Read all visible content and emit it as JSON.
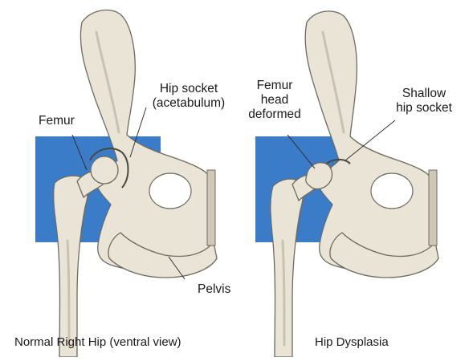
{
  "colors": {
    "background_block": "#3a7cc7",
    "bone_fill": "#e9e4d6",
    "bone_stroke": "#6e6a60",
    "bone_shadow": "#c9c2b0",
    "text": "#1a1a1a"
  },
  "normal": {
    "femur_label": "Femur",
    "socket_label_line1": "Hip socket",
    "socket_label_line2": "(acetabulum)",
    "pelvis_label": "Pelvis",
    "caption": "Normal Right Hip (ventral view)"
  },
  "dysplasia": {
    "head_label_line1": "Femur",
    "head_label_line2": "head",
    "head_label_line3": "deformed",
    "socket_label_line1": "Shallow",
    "socket_label_line2": "hip socket",
    "caption": "Hip Dysplasia"
  }
}
